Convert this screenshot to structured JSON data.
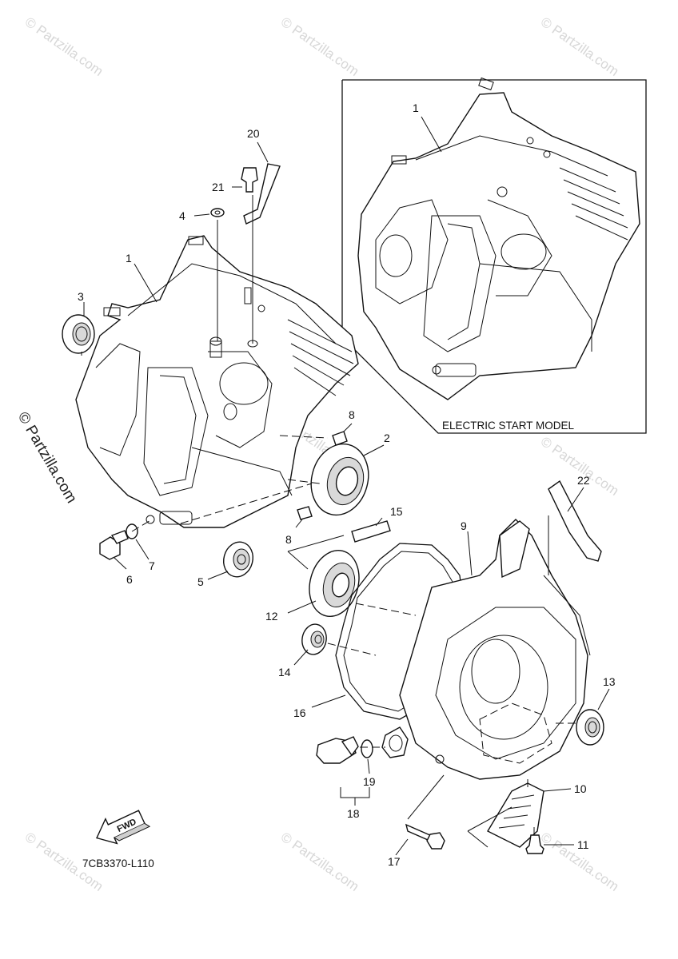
{
  "diagram": {
    "drawing_code": "7CB3370-L110",
    "inset_label": "ELECTRIC START MODEL",
    "fwd_label": "FWD",
    "watermark_text": "© Partzilla.com",
    "callouts": [
      "1",
      "2",
      "3",
      "4",
      "5",
      "6",
      "7",
      "8",
      "8",
      "9",
      "10",
      "11",
      "12",
      "13",
      "14",
      "15",
      "16",
      "17",
      "18",
      "19",
      "20",
      "21",
      "22",
      "1"
    ]
  }
}
